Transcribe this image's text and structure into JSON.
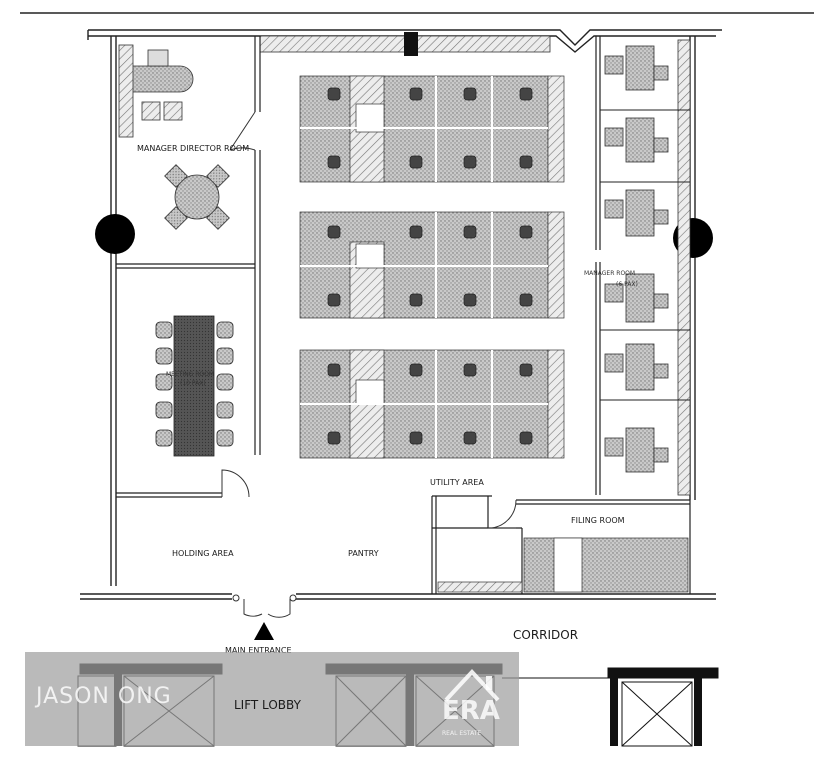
{
  "rooms": {
    "manager_director_room": "MANAGER DIRECTOR ROOM",
    "holding_area": "HOLDING AREA",
    "pantry": "PANTRY",
    "utility_area": "UTILITY AREA",
    "filing_room": "FILING ROOM",
    "main_entrance": "MAIN ENTRANCE",
    "corridor": "CORRIDOR",
    "lift_lobby": "LIFT LOBBY",
    "meeting_room": "MEETING ROOM",
    "meeting_room_sub": "(10 PAX)",
    "manager_room": "MANAGER ROOM",
    "manager_room_sub": "(6 PAX)"
  },
  "watermark": {
    "author": "JASON ONG",
    "brand": "ERA",
    "brand_sub": "REAL ESTATE"
  },
  "colors": {
    "line": "#111111",
    "hatch": "#9a9a9a",
    "overlay": "#a0a0a0",
    "column": "#000000"
  }
}
